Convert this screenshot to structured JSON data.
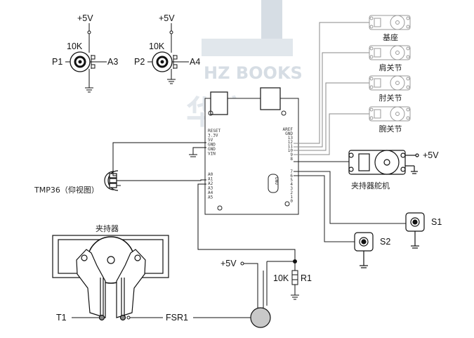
{
  "watermark": {
    "brand": "HZ BOOKS",
    "logo_text": "华章"
  },
  "potentiometers": [
    {
      "name": "P1",
      "value": "10K",
      "supply": "+5V",
      "pin": "A3"
    },
    {
      "name": "P2",
      "value": "10K",
      "supply": "+5V",
      "pin": "A4"
    }
  ],
  "board": {
    "model": "UNO",
    "left_pins": [
      "RESET",
      "3.3V",
      "5V",
      "GND",
      "GND",
      "VIN"
    ],
    "analog_pins": [
      "A0",
      "A1",
      "A2",
      "A3",
      "A4",
      "A5"
    ],
    "right_top_pins": [
      "AREF",
      "GND",
      "13",
      "12",
      "11",
      "10",
      "9",
      "8"
    ],
    "right_bottom_pins": [
      "7",
      "6",
      "5",
      "4",
      "3",
      "2",
      "1",
      "0"
    ]
  },
  "servos": [
    {
      "label": "基座"
    },
    {
      "label": "肩关节"
    },
    {
      "label": "肘关节"
    },
    {
      "label": "腕关节"
    }
  ],
  "gripper_servo": {
    "label": "夹持器舵机",
    "supply": "+5V"
  },
  "sensor": {
    "label": "TMP36（仰视图）"
  },
  "switches": [
    {
      "name": "S1"
    },
    {
      "name": "S2"
    }
  ],
  "gripper": {
    "title": "夹持器",
    "touch_label": "T1",
    "fsr_label": "FSR1"
  },
  "fsr_circuit": {
    "supply": "+5V",
    "resistor_value": "10K",
    "resistor_name": "R1"
  }
}
